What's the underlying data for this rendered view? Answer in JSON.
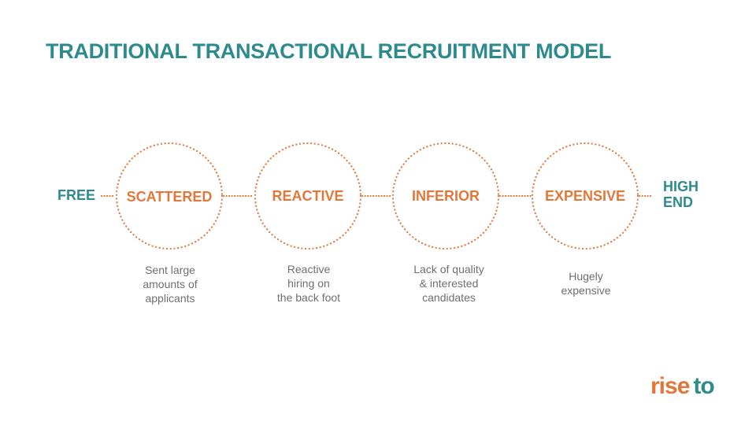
{
  "title": "TRADITIONAL TRANSACTIONAL RECRUITMENT MODEL",
  "left_end": "FREE",
  "right_end_lines": [
    "HIGH",
    "END"
  ],
  "stages": [
    {
      "label": "SCATTERED",
      "desc_lines": [
        "Sent large",
        "amounts of",
        "applicants"
      ]
    },
    {
      "label": "REACTIVE",
      "desc_lines": [
        "Reactive",
        "hiring on",
        "the back foot"
      ]
    },
    {
      "label": "INFERIOR",
      "desc_lines": [
        "Lack of quality",
        "& interested",
        "candidates"
      ]
    },
    {
      "label": "EXPENSIVE",
      "desc_lines": [
        "Hugely",
        "expensive"
      ]
    }
  ],
  "logo": {
    "part1": "rise",
    "part2": "to"
  },
  "colors": {
    "teal": "#2e8a8c",
    "orange": "#e2773a",
    "gray": "#6f6f6f"
  }
}
